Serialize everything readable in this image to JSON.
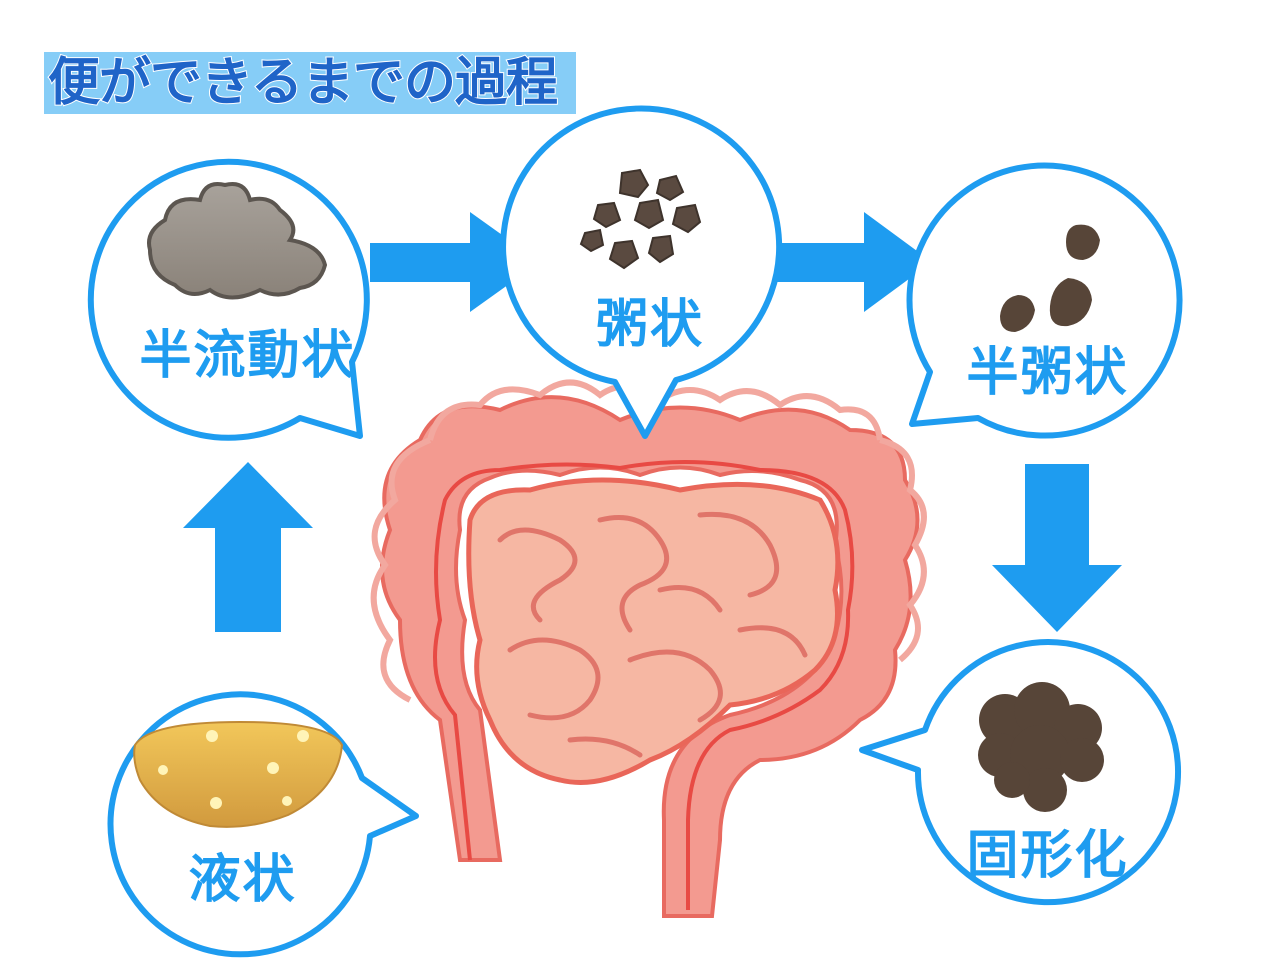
{
  "title": "便ができるまでの過程",
  "stages": {
    "liquid": "液状",
    "semi_fluid": "半流動状",
    "porridge": "粥状",
    "semi_porridge": "半粥状",
    "solid": "固形化"
  },
  "colors": {
    "bubble_outline": "#1e9cf0",
    "arrow": "#1e9cf0",
    "title_band": "#86cdf7",
    "intestine_outer": "#f28b82",
    "intestine_inner": "#f8b5a5",
    "stool_dark": "#574538",
    "stool_gray": "#9b948c",
    "stool_liquid": "#e7b651"
  }
}
